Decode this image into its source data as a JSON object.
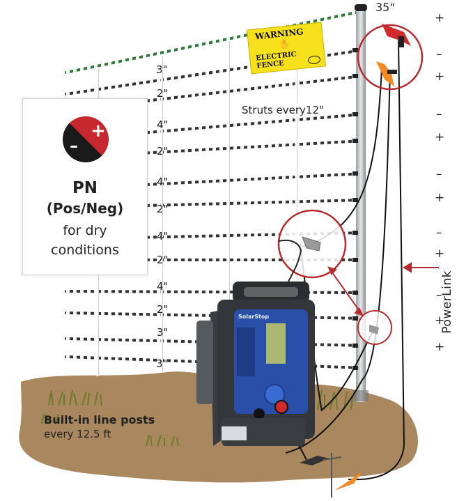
{
  "warning_sign": {
    "line1": "WARNING",
    "line2": "ELECTRIC FENCE"
  },
  "info_box": {
    "icon_minus": "–",
    "icon_plus": "+",
    "title": "PN",
    "subtitle": "(Pos/Neg)",
    "line1": "for dry",
    "line2": "conditions"
  },
  "height_label_top": "35\"",
  "wire_spacings": [
    "3\"",
    "2\"",
    "4\"",
    "2\"",
    "4\"",
    "2\"",
    "4\"",
    "2\"",
    "4\"",
    "2\"",
    "3\"",
    "3\""
  ],
  "polarity": [
    "+",
    "–",
    "+",
    "–",
    "+",
    "–",
    "+",
    "–",
    "+",
    "–",
    "+",
    "+"
  ],
  "struts_label": "Struts every12\"",
  "powerlink_label": "PowerLink",
  "posts_label_line1": "Built-in line posts",
  "posts_label_line2": "every 12.5 ft",
  "energizer": {
    "brand_text": "SolarStop"
  },
  "colors": {
    "red_clip": "#d02a2a",
    "orange_clip": "#f08a24",
    "callout_ring": "#b72a2e",
    "energizer_blue": "#2a4fa8",
    "warning_yellow": "#f6e11c",
    "soil": "#a9875f"
  }
}
